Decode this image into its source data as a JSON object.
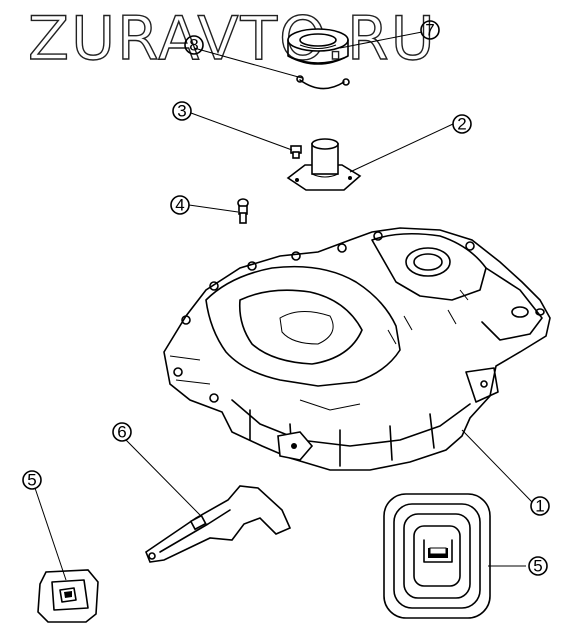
{
  "watermark": "ZURAVTO.RU",
  "callouts": [
    {
      "number": "1",
      "part": "clutch-housing"
    },
    {
      "number": "2",
      "part": "release-bearing-guide"
    },
    {
      "number": "3",
      "part": "bolt"
    },
    {
      "number": "4",
      "part": "pivot-ball-stud"
    },
    {
      "number": "5",
      "part": "boot-small"
    },
    {
      "number": "5",
      "part": "boot-large"
    },
    {
      "number": "6",
      "part": "release-fork"
    },
    {
      "number": "7",
      "part": "release-bearing"
    },
    {
      "number": "8",
      "part": "retaining-spring"
    }
  ]
}
